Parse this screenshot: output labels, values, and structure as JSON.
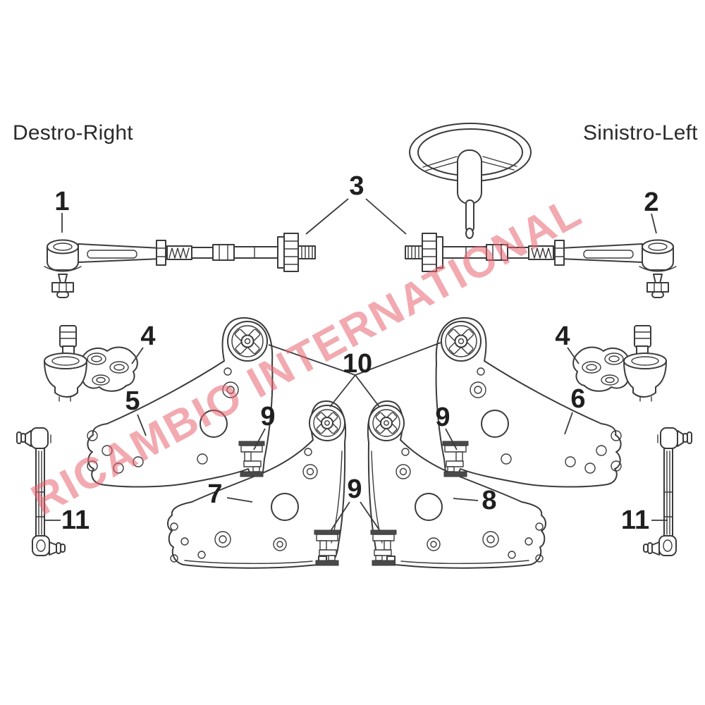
{
  "page": {
    "background": "#ffffff"
  },
  "headers": {
    "left": "Destro-Right",
    "right": "Sinistro-Left"
  },
  "watermark": {
    "text": "RICAMBIO INTERNATIONAL",
    "color": "#e7626f"
  },
  "colors": {
    "line_art": "#3b3b3b",
    "label_text": "#1f1f1f",
    "bracket_fill": "#4a4a4a"
  },
  "callouts": {
    "c1": "1",
    "c2": "2",
    "c3": "3",
    "c4_left": "4",
    "c4_right": "4",
    "c5": "5",
    "c6": "6",
    "c7": "7",
    "c8": "8",
    "c9_left": "9",
    "c9_right": "9",
    "c9_bottom": "9",
    "c10": "10",
    "c11_left": "11",
    "c11_right": "11"
  }
}
